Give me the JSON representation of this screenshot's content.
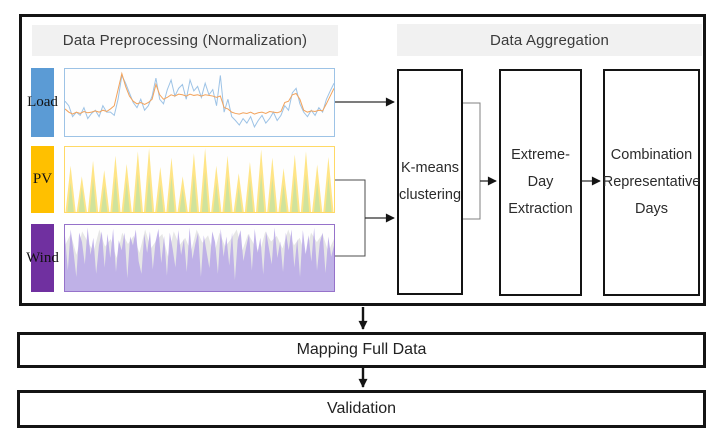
{
  "diagram": {
    "preprocessing": {
      "title": "Data Preprocessing (Normalization)",
      "rows": [
        {
          "label": "Load",
          "chip_color": "#5b9bd5",
          "border_color": "#9dc3e6"
        },
        {
          "label": "PV",
          "chip_color": "#ffc000",
          "border_color": "#ffd966"
        },
        {
          "label": "Wind",
          "chip_color": "#7030a0",
          "border_color": "#9672ca"
        }
      ]
    },
    "aggregation": {
      "title": "Data Aggregation",
      "steps": [
        {
          "name": "k-means-clustering",
          "lines": [
            "K-means",
            "clustering"
          ]
        },
        {
          "name": "extreme-day-extraction",
          "lines": [
            "Extreme-",
            "Day",
            "Extraction"
          ]
        },
        {
          "name": "combination-representative-days",
          "lines": [
            "Combination",
            "Representative",
            "Days"
          ]
        }
      ]
    },
    "mapping_label": "Mapping Full Data",
    "validation_label": "Validation"
  },
  "chart_data": [
    {
      "id": "load",
      "type": "line",
      "title": "Load (normalized)",
      "ylim": [
        0,
        1
      ],
      "grid": false,
      "series": [
        {
          "name": "load-profile-blue",
          "color": "#9dc3e6",
          "values": [
            0.52,
            0.45,
            0.28,
            0.35,
            0.3,
            0.42,
            0.25,
            0.33,
            0.38,
            0.28,
            0.45,
            0.35,
            0.35,
            0.3,
            0.55,
            0.92,
            0.8,
            0.65,
            0.5,
            0.42,
            0.55,
            0.38,
            0.45,
            0.6,
            0.88,
            0.55,
            0.48,
            0.7,
            0.85,
            0.6,
            0.72,
            0.78,
            0.55,
            0.85,
            0.68,
            0.75,
            0.58,
            0.8,
            0.62,
            0.7,
            0.45,
            0.92,
            0.35,
            0.55,
            0.28,
            0.22,
            0.15,
            0.25,
            0.18,
            0.28,
            0.12,
            0.22,
            0.3,
            0.18,
            0.25,
            0.35,
            0.22,
            0.3,
            0.45,
            0.38,
            0.65,
            0.72,
            0.48,
            0.35,
            0.28,
            0.38,
            0.3,
            0.42,
            0.35,
            0.55,
            0.68,
            0.8
          ]
        },
        {
          "name": "load-profile-orange",
          "color": "#f2a35c",
          "values": [
            0.4,
            0.35,
            0.32,
            0.35,
            0.33,
            0.36,
            0.34,
            0.35,
            0.37,
            0.35,
            0.38,
            0.36,
            0.4,
            0.45,
            0.7,
            0.95,
            0.75,
            0.6,
            0.52,
            0.48,
            0.5,
            0.47,
            0.5,
            0.55,
            0.78,
            0.62,
            0.55,
            0.58,
            0.62,
            0.6,
            0.63,
            0.62,
            0.6,
            0.63,
            0.61,
            0.62,
            0.6,
            0.62,
            0.61,
            0.6,
            0.58,
            0.6,
            0.42,
            0.4,
            0.35,
            0.33,
            0.32,
            0.34,
            0.33,
            0.35,
            0.32,
            0.34,
            0.35,
            0.33,
            0.36,
            0.35,
            0.34,
            0.36,
            0.5,
            0.52,
            0.62,
            0.64,
            0.55,
            0.38,
            0.35,
            0.37,
            0.36,
            0.38,
            0.37,
            0.48,
            0.6,
            0.72
          ]
        }
      ]
    },
    {
      "id": "pv",
      "type": "spikes",
      "title": "PV (normalized daily profiles)",
      "ylim": [
        0,
        1
      ],
      "grid": false,
      "series": [
        {
          "name": "pv-peak-yellow",
          "color": "#ffe27a",
          "values": [
            0.72,
            0.55,
            0.8,
            0.65,
            0.88,
            0.75,
            0.95,
            1.0,
            0.7,
            0.85,
            0.55,
            0.92,
            1.0,
            0.72,
            0.88,
            0.6,
            0.78,
            0.98,
            0.85,
            0.68,
            0.9,
            0.95,
            0.74,
            0.86
          ]
        },
        {
          "name": "pv-inner-green",
          "color": "#cbe29e",
          "values": [
            0.45,
            0.38,
            0.52,
            0.4,
            0.55,
            0.48,
            0.6,
            0.58,
            0.42,
            0.55,
            0.35,
            0.58,
            0.62,
            0.45,
            0.55,
            0.38,
            0.5,
            0.6,
            0.52,
            0.42,
            0.56,
            0.58,
            0.46,
            0.54
          ]
        }
      ]
    },
    {
      "id": "wind",
      "type": "area",
      "title": "Wind (normalized)",
      "ylim": [
        0,
        1
      ],
      "grid": false,
      "series": [
        {
          "name": "wind-background-gray",
          "color": "#e2e2e2",
          "values": [
            0.7,
            0.88,
            0.55,
            0.92,
            0.75,
            0.6,
            0.95,
            0.68,
            0.8,
            0.5,
            0.9,
            0.72,
            0.85,
            0.58,
            0.95,
            0.65,
            0.78,
            0.88,
            0.52,
            0.92,
            0.7,
            0.82,
            0.6,
            0.95,
            0.74,
            0.86,
            0.55,
            0.9,
            0.68,
            0.8,
            0.95,
            0.62,
            0.88,
            0.72,
            0.58,
            0.92,
            0.76,
            0.85,
            0.65,
            0.95,
            0.7,
            0.82,
            0.55,
            0.9,
            0.75,
            0.88,
            0.6,
            0.8
          ]
        },
        {
          "name": "wind-profile-purple",
          "color": "#b7a7e6",
          "values": [
            0.85,
            0.3,
            0.95,
            0.6,
            0.2,
            0.9,
            0.75,
            0.4,
            0.98,
            0.55,
            0.82,
            0.25,
            0.7,
            0.92,
            0.35,
            0.88,
            0.5,
            0.96,
            0.28,
            0.78,
            0.62,
            0.9,
            0.18,
            0.84,
            0.7,
            0.95,
            0.45,
            0.25,
            0.88,
            0.58,
            0.92,
            0.32,
            0.76,
            0.96,
            0.42,
            0.85,
            0.22,
            0.9,
            0.65,
            0.35,
            0.94,
            0.55,
            0.8,
            0.28,
            0.98,
            0.48,
            0.72,
            0.9,
            0.2,
            0.86,
            0.6,
            0.34,
            0.92,
            0.75,
            0.25,
            0.96,
            0.52,
            0.84,
            0.38,
            0.9,
            0.15,
            0.78,
            0.94,
            0.45,
            0.68,
            0.88,
            0.3,
            0.96,
            0.58,
            0.82,
            0.24,
            0.92,
            0.66,
            0.4,
            0.98,
            0.5,
            0.76,
            0.28,
            0.9,
            0.62,
            0.95,
            0.35,
            0.8,
            0.2,
            0.94,
            0.56,
            0.86,
            0.44,
            0.98,
            0.3,
            0.74,
            0.9,
            0.26,
            0.84,
            0.52,
            0.7
          ]
        }
      ]
    }
  ]
}
